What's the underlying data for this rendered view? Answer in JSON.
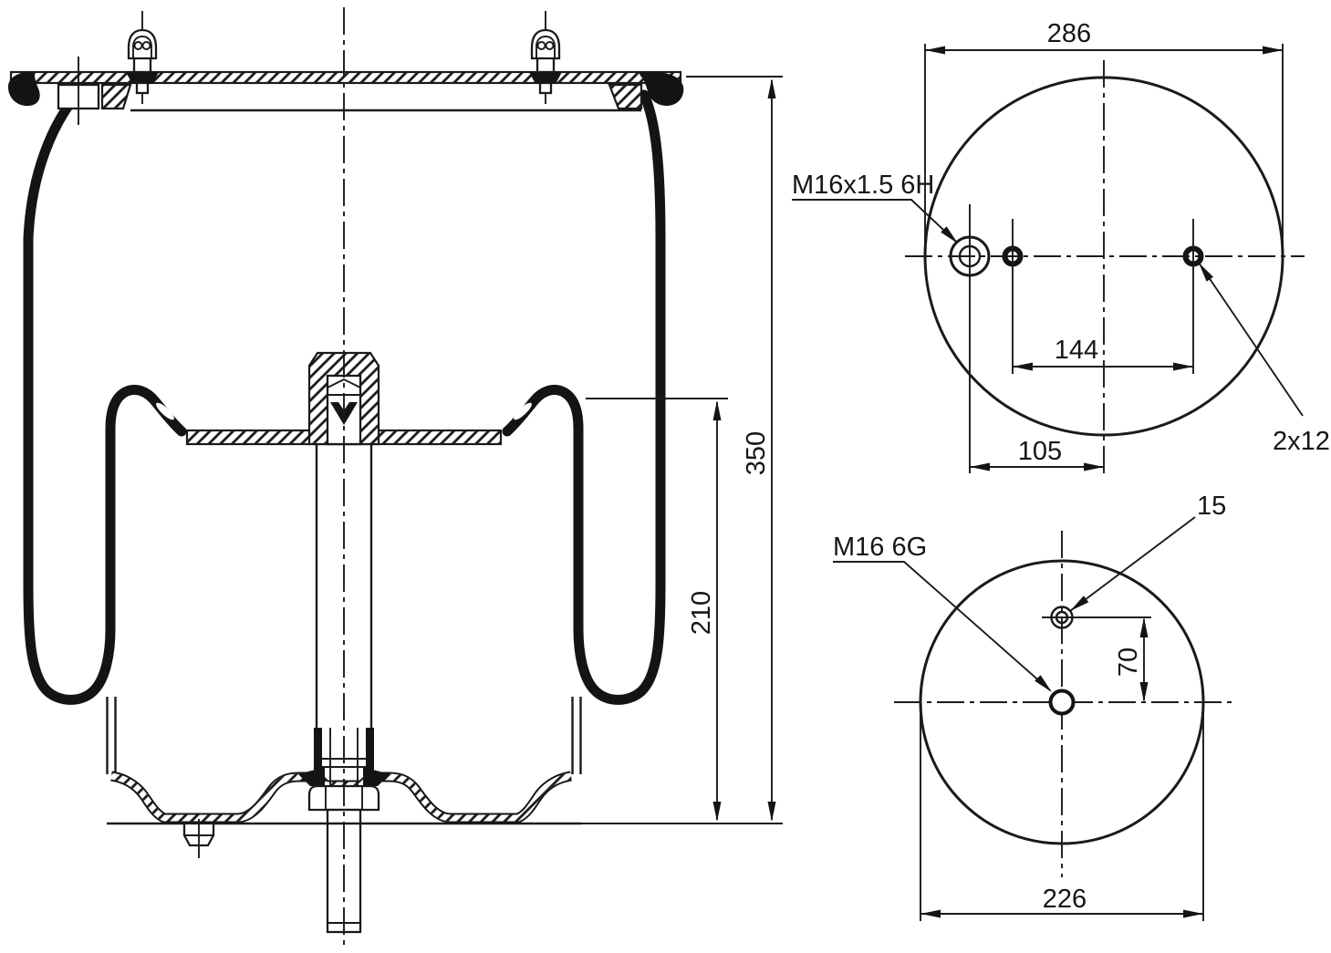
{
  "drawing": {
    "kind": "technical-drawing",
    "subject": "air spring rolling-lobe bellows with top plate and piston, sectional and plan views",
    "line_color": "#1a1a1a",
    "background": "#ffffff"
  },
  "side_view": {
    "name": "sectional side view",
    "dim_total_height": "350",
    "dim_piston_height": "210"
  },
  "top_view": {
    "name": "top plate plan view",
    "dim_outer_diameter": "286",
    "dim_stud_spacing": "144",
    "dim_air_port_offset": "105",
    "label_air_port_thread": "M16x1.5 6H",
    "label_studs": "2x12"
  },
  "bottom_view": {
    "name": "piston bottom plan view",
    "dim_outer_diameter": "226",
    "dim_hole_offset": "70",
    "label_center_thread": "M16 6G",
    "label_vent_hole": "15"
  }
}
